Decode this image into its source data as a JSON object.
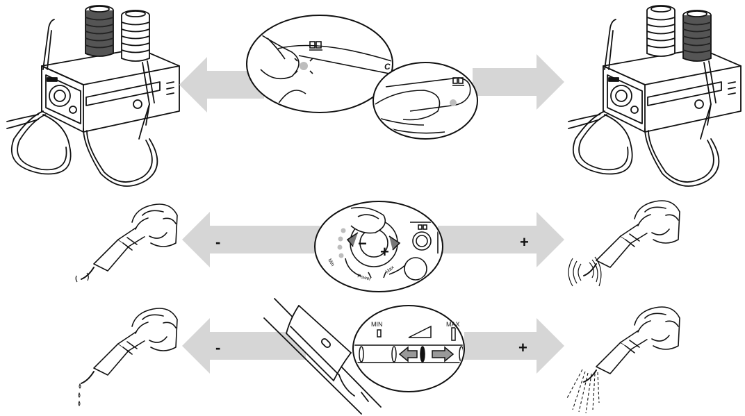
{
  "diagram": {
    "row2": {
      "minus_sign": "-",
      "plus_sign": "+",
      "dial": {
        "min_label": "Min",
        "power_label": "Power",
        "max_label": "Max",
        "minus_symbol": "−",
        "plus_symbol": "+"
      }
    },
    "row3": {
      "minus_sign": "-",
      "plus_sign": "+",
      "scale": {
        "min_label": "MIN",
        "max_label": "MAX"
      }
    },
    "colors": {
      "arrow_fill": "#d6d6d6",
      "line": "#111111",
      "bottle_dark": "#555555",
      "led": "#bdbdbd"
    },
    "icons": [
      "device-icon",
      "finger-press-icon",
      "handpiece-icon",
      "vibration-icon",
      "water-spray-icon",
      "water-drop-icon",
      "bottle-icon"
    ]
  }
}
